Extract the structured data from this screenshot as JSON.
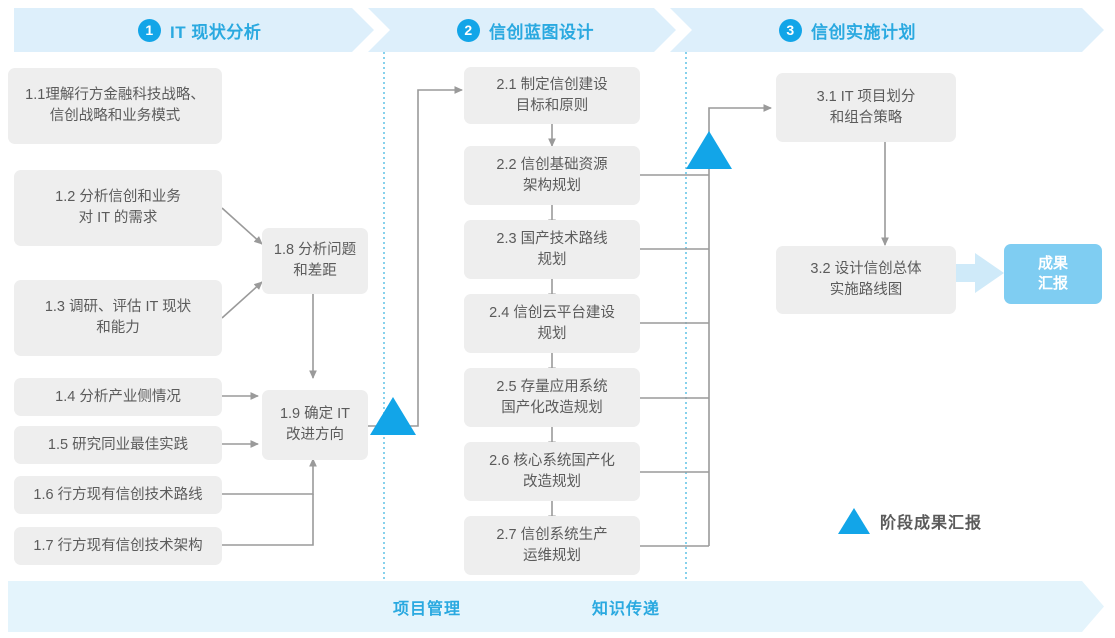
{
  "diagram": {
    "title_colors": {
      "band_fill": "#ddeffb",
      "footer_fill": "#e4f4fc",
      "accent": "#12a5e8",
      "accent_text": "#2aa9e0",
      "box_fill": "#eeeeee",
      "box_text": "#5b5b5b",
      "result_fill": "#7fcdf2",
      "connector": "#9a9a9a",
      "divider": "#69c6e8"
    },
    "phases": [
      {
        "number": "1",
        "label": "IT 现状分析"
      },
      {
        "number": "2",
        "label": "信创蓝图设计"
      },
      {
        "number": "3",
        "label": "信创实施计划"
      }
    ],
    "nodes": {
      "n11": "1.1理解行方金融科技战略、\n信创战略和业务模式",
      "n12": "1.2 分析信创和业务\n对 IT 的需求",
      "n13": "1.3 调研、评估 IT 现状\n和能力",
      "n14": "1.4 分析产业侧情况",
      "n15": "1.5 研究同业最佳实践",
      "n16": "1.6 行方现有信创技术路线",
      "n17": "1.7 行方现有信创技术架构",
      "n18": "1.8 分析问题\n和差距",
      "n19": "1.9 确定 IT\n改进方向",
      "n21": "2.1 制定信创建设\n目标和原则",
      "n22": "2.2 信创基础资源\n架构规划",
      "n23": "2.3 国产技术路线\n规划",
      "n24": "2.4 信创云平台建设\n规划",
      "n25": "2.5 存量应用系统\n国产化改造规划",
      "n26": "2.6 核心系统国产化\n改造规划",
      "n27": "2.7 信创系统生产\n运维规划",
      "n31": "3.1 IT 项目划分\n和组合策略",
      "n32": "3.2 设计信创总体\n实施路线图",
      "result": "成果\n汇报"
    },
    "legend": {
      "label": "阶段成果汇报"
    },
    "footer": {
      "item1": "项目管理",
      "item2": "知识传递"
    }
  }
}
